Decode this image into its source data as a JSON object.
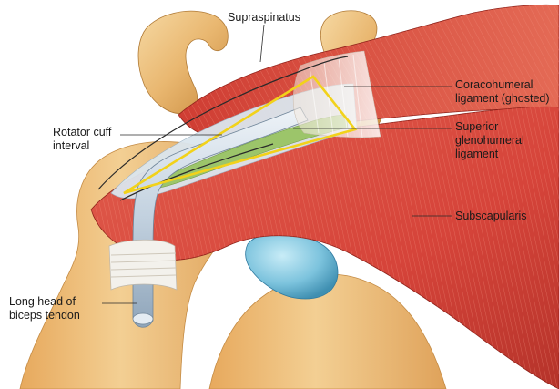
{
  "labels": {
    "supraspinatus": "Supraspinatus",
    "coracohumeral_line1": "Coracohumeral",
    "coracohumeral_line2": "ligament (ghosted)",
    "rotator_line1": "Rotator cuff",
    "rotator_line2": "interval",
    "superior_line1": "Superior",
    "superior_line2": "glenohumeral",
    "superior_line3": "ligament",
    "subscapularis": "Subscapularis",
    "biceps_line1": "Long head of",
    "biceps_line2": "biceps tendon"
  },
  "colors": {
    "bone": "#e9b770",
    "bone_dark": "#c98a3d",
    "muscle": "#d6443a",
    "muscle_dark": "#a92a22",
    "tendon": "#c9d7e4",
    "ligament_green": "#9cc56a",
    "interval_outline": "#f2d21a",
    "cartilage": "#7cc3dd"
  }
}
